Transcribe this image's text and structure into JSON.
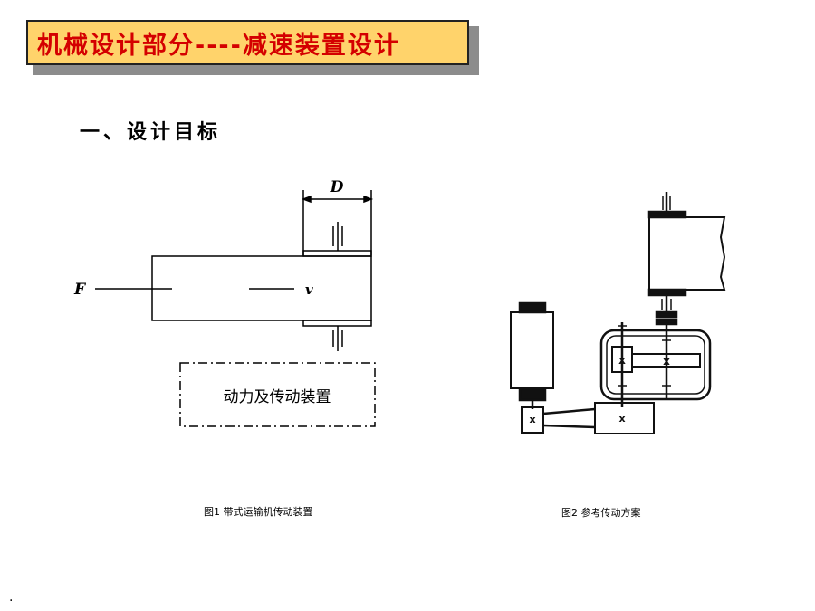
{
  "slide": {
    "title": "机械设计部分----减速装置设计",
    "section_heading": "一、设计目标"
  },
  "figure1": {
    "label_D": "D",
    "label_F": "F",
    "label_v": "v",
    "box_label": "动力及传动装置",
    "caption": "图1 带式运输机传动装置"
  },
  "figure2": {
    "gear_mark": "x",
    "caption": "图2 参考传动方案"
  },
  "footer": {
    "mark": "."
  }
}
